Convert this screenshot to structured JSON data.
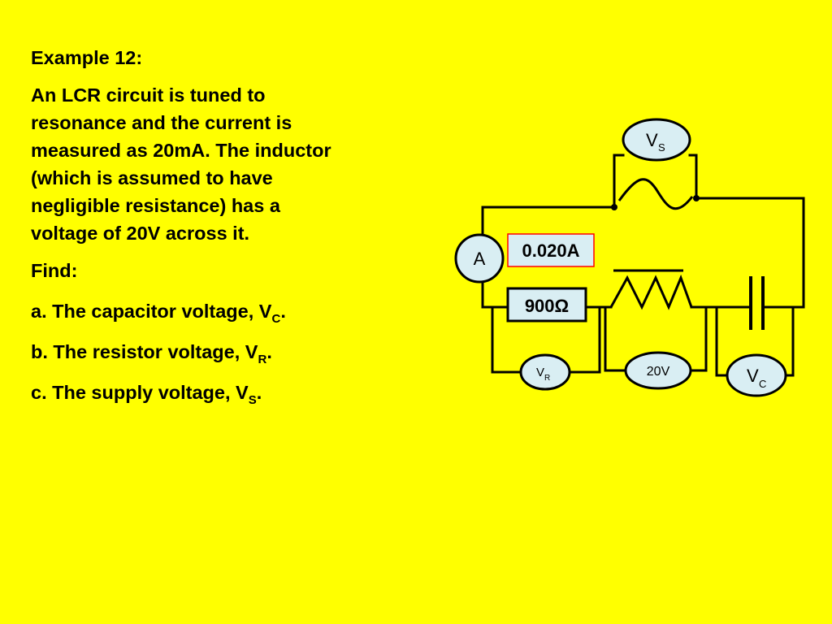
{
  "slide": {
    "heading": "Example 12:",
    "problem_lines": [
      "An LCR circuit is tuned to",
      "resonance and the current is",
      "measured as 20mA. The inductor",
      "(which is assumed to have",
      "negligible resistance) has a",
      "voltage of 20V across it."
    ],
    "find_label": "Find:",
    "parts": [
      {
        "text": "a. The capacitor voltage, V",
        "sub": "C",
        "end": "."
      },
      {
        "text": "b. The resistor voltage, V",
        "sub": "R",
        "end": "."
      },
      {
        "text": "c. The supply voltage, V",
        "sub": "S",
        "end": "."
      }
    ]
  },
  "circuit": {
    "supply_meter": {
      "letter": "V",
      "sub": "S"
    },
    "ammeter_label": "A",
    "current_readout": "0.020A",
    "resistance_label": "900Ω",
    "resistor_meter": {
      "letter": "V",
      "sub": "R"
    },
    "inductor_meter_reading": "20V",
    "capacitor_meter": {
      "letter": "V",
      "sub": "C"
    },
    "colors": {
      "background": "#FFFF00",
      "meter_fill": "#D9EEF3",
      "readout_border": "#FF0000",
      "wire": "#000000"
    }
  }
}
